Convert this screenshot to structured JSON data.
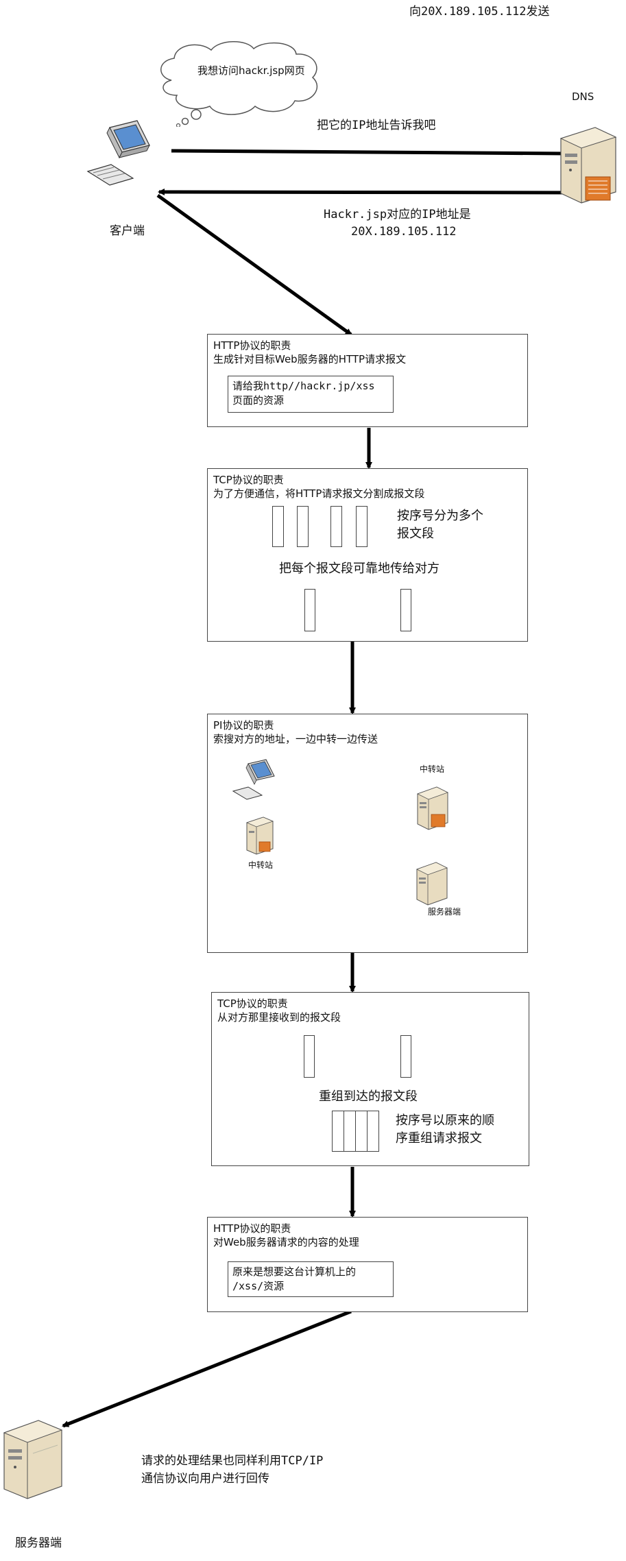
{
  "top_note": "向20X.189.105.112发送",
  "client": {
    "thought": "我想访问hackr.jsp网页",
    "label": "客户端"
  },
  "dns": {
    "label": "DNS",
    "request": "把它的IP地址告诉我吧",
    "reply_line1": "Hackr.jsp对应的IP地址是",
    "reply_line2": "20X.189.105.112"
  },
  "http_request_box": {
    "title_line1": "HTTP协议的职责",
    "title_line2": "生成针对目标Web服务器的HTTP请求报文",
    "inner_line1": "请给我http//hackr.jp/xss",
    "inner_line2": "页面的资源"
  },
  "tcp_send_box": {
    "title_line1": "TCP协议的职责",
    "title_line2": "为了方便通信，将HTTP请求报文分割成报文段",
    "split_line1": "按序号分为多个",
    "split_line2": "报文段",
    "reliable": "把每个报文段可靠地传给对方"
  },
  "ip_box": {
    "title_line1": "PI协议的职责",
    "title_line2": "索搜对方的地址，一边中转一边传送",
    "relay1": "中转站",
    "relay2": "中转站",
    "server": "服务器端"
  },
  "tcp_recv_box": {
    "title_line1": "TCP协议的职责",
    "title_line2": "从对方那里接收到的报文段",
    "reassemble": "重组到达的报文段",
    "order_line1": "按序号以原来的顺",
    "order_line2": "序重组请求报文"
  },
  "http_process_box": {
    "title_line1": "HTTP协议的职责",
    "title_line2": "对Web服务器请求的内容的处理",
    "inner_line1": "原来是想要这台计算机上的",
    "inner_line2": "/xss/资源"
  },
  "server": {
    "label": "服务器端",
    "note_line1": "请求的处理结果也同样利用TCP/IP",
    "note_line2": "通信协议向用户进行回传"
  },
  "colors": {
    "arrow": "#000000",
    "ip_arrow_blue": "#1a1ab8",
    "server_beige": "#e8dcc0",
    "server_orange": "#e07a2a",
    "monitor_blue": "#5a8fd0"
  }
}
